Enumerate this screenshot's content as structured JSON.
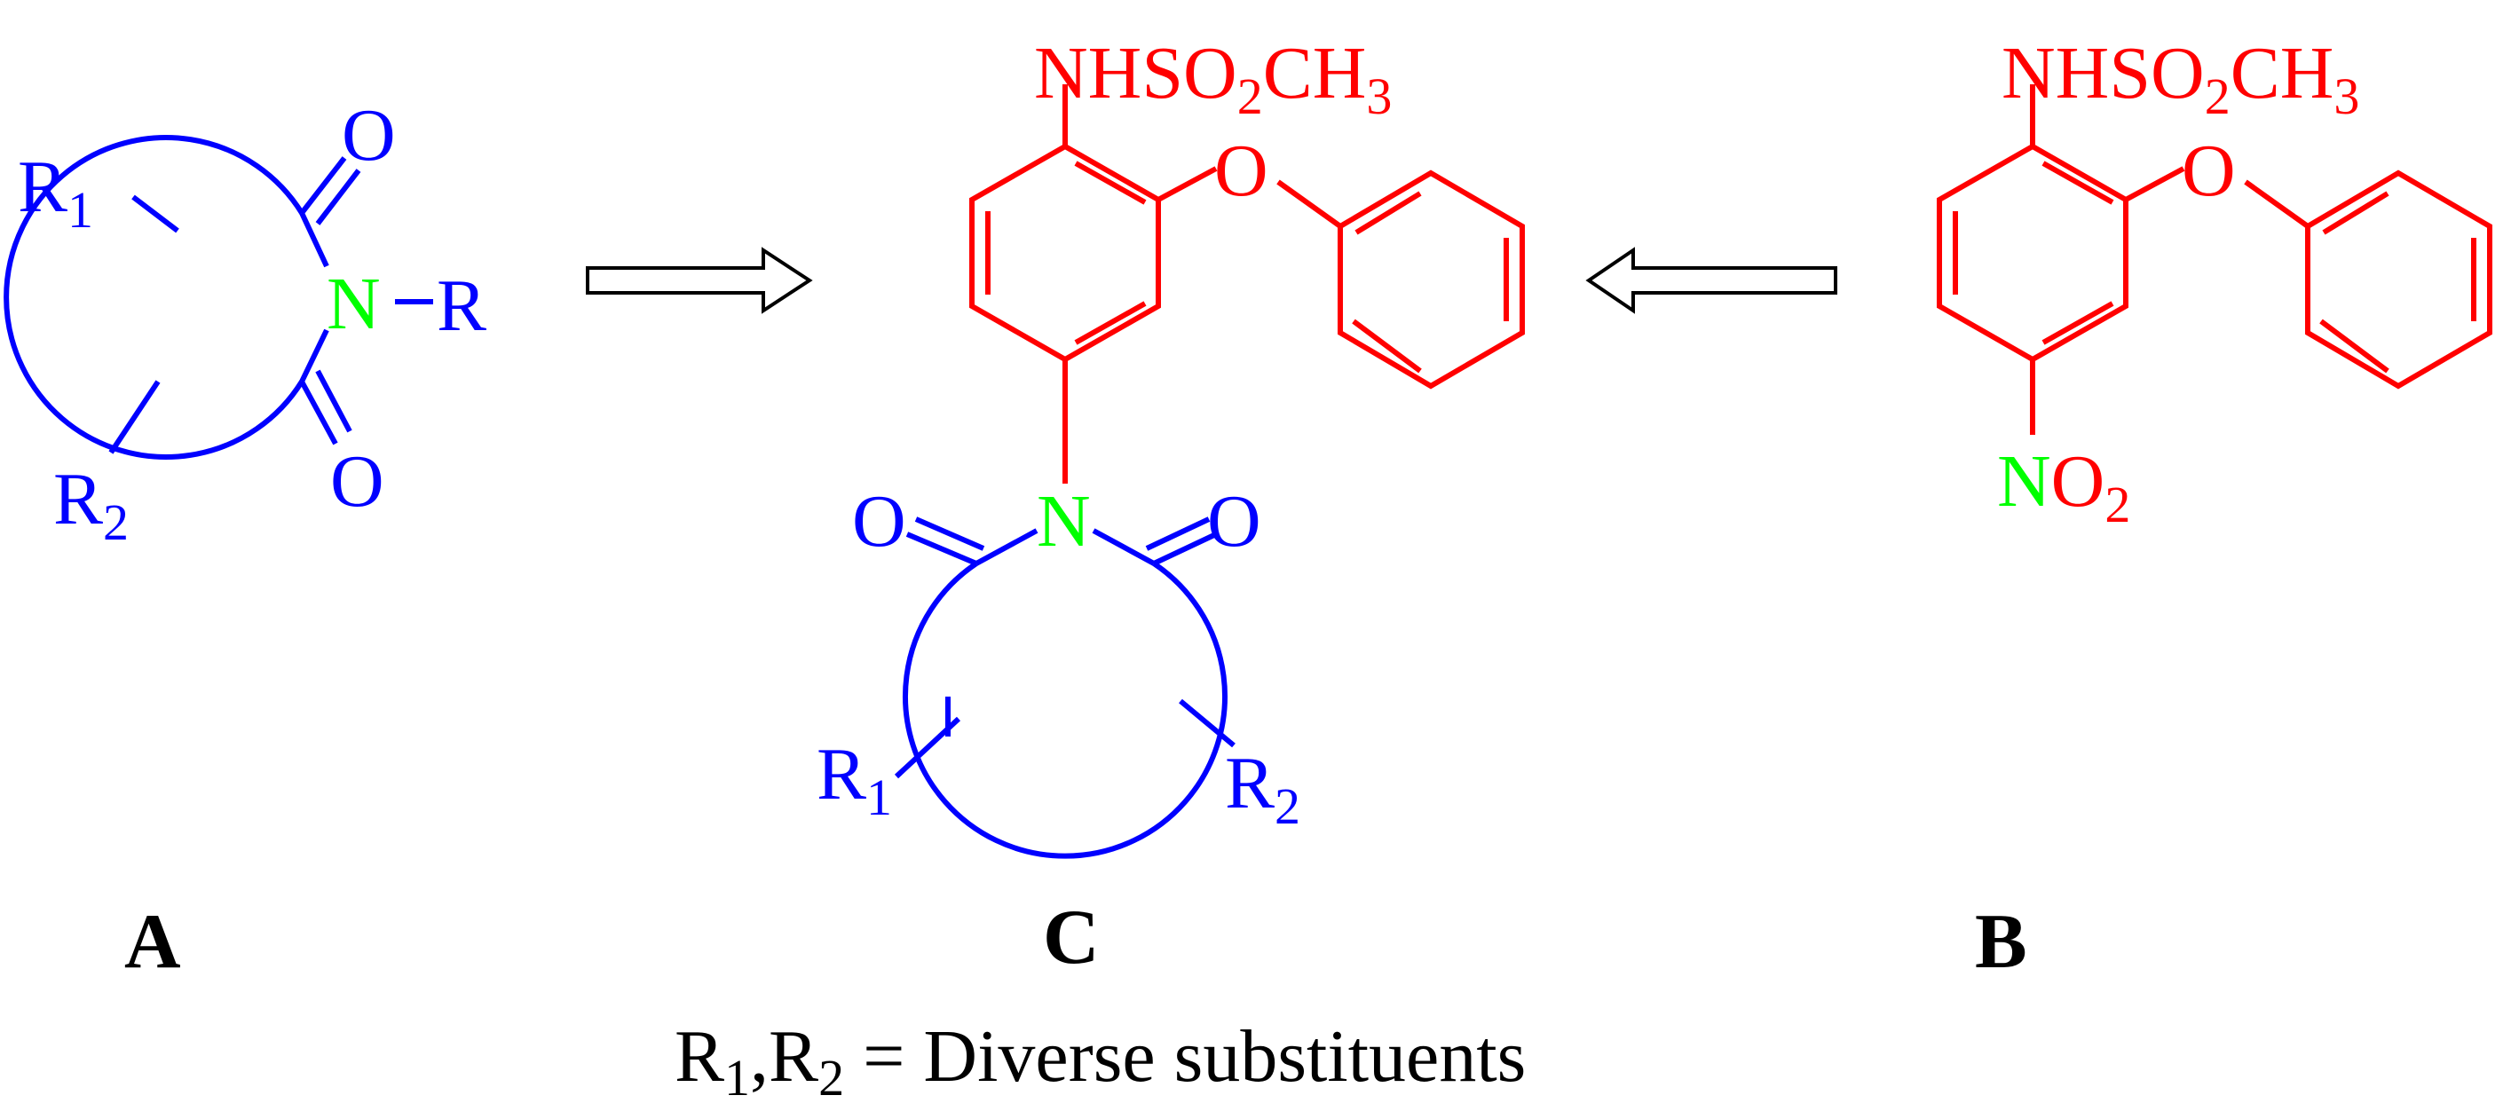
{
  "colors": {
    "ring": "#0000ff",
    "aromatic": "#ff0000",
    "nitrogen": "#00ff00",
    "text": "#000000"
  },
  "structure_a": {
    "o_top": "O",
    "o_bottom": "O",
    "n": "N",
    "r": "R",
    "r1": "R",
    "r1_sub": "1",
    "r2": "R",
    "r2_sub": "2"
  },
  "structure_c": {
    "nh": "NHSO",
    "so_sub": "2",
    "ch": "CH",
    "ch_sub": "3",
    "ether_o": "O",
    "o_left": "O",
    "o_right": "O",
    "n": "N",
    "r1": "R",
    "r1_sub": "1",
    "r2": "R",
    "r2_sub": "2"
  },
  "structure_b": {
    "nh": "NHSO",
    "so_sub": "2",
    "ch": "CH",
    "ch_sub": "3",
    "ether_o": "O",
    "nitro_n": "N",
    "nitro_o": "O",
    "nitro_sub": "2"
  },
  "labels": {
    "a": "A",
    "c": "C",
    "b": "B"
  },
  "caption": {
    "r1": "R",
    "r1_sub": "1",
    "sep": ",R",
    "r2_sub": "2",
    "rest": " = Diverse substituents"
  }
}
